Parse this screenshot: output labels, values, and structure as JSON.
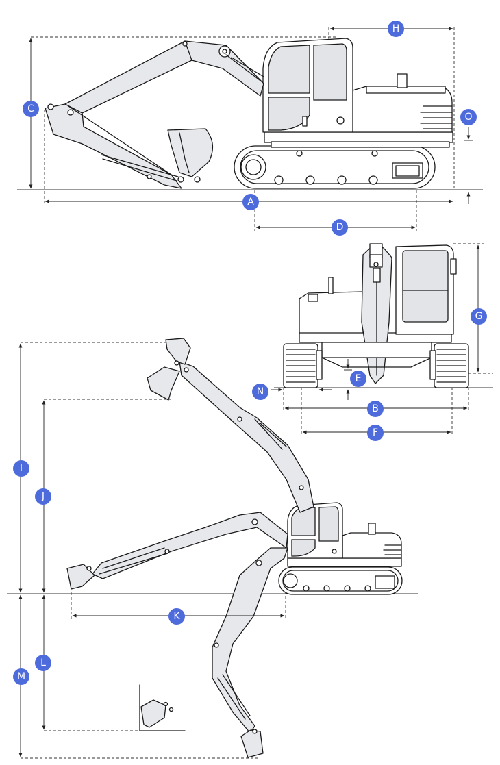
{
  "labels": {
    "A": "A",
    "B": "B",
    "C": "C",
    "D": "D",
    "E": "E",
    "F": "F",
    "G": "G",
    "H": "H",
    "I": "I",
    "J": "J",
    "K": "K",
    "L": "L",
    "M": "M",
    "N": "N",
    "O": "O"
  },
  "colors": {
    "badge": "#4e6bdc",
    "line": "#1a1a1a",
    "glass": "#e3e4e8"
  }
}
